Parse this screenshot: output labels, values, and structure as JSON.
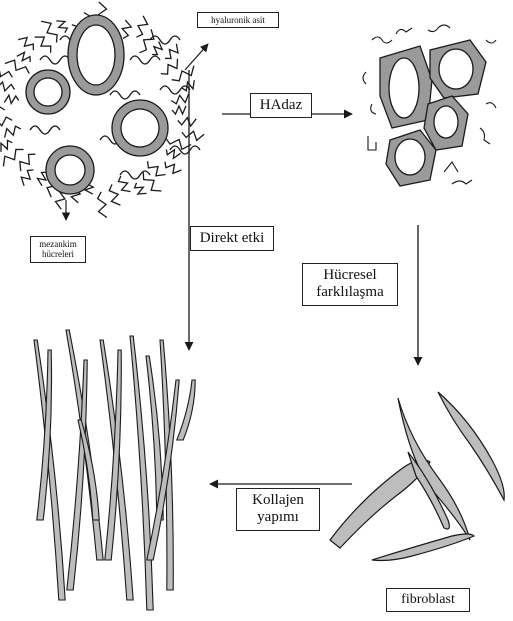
{
  "labels": {
    "hyaluronic_acid": "hyaluronik asit",
    "mesenchymal_cells": [
      "mezankim",
      "hücreleri"
    ],
    "enzyme": "HAdaz",
    "direct_effect": "Direkt etki",
    "differentiation": [
      "Hücresel",
      "farklılaşma"
    ],
    "collagen": [
      "Kollajen",
      "yapımı"
    ],
    "fibroblast": "fibroblast"
  },
  "colors": {
    "line": "#1a1a1a",
    "cell_fill": "#9a9a9a",
    "nucleus_fill": "#ffffff",
    "fiber_fill": "#bdbdbd"
  }
}
